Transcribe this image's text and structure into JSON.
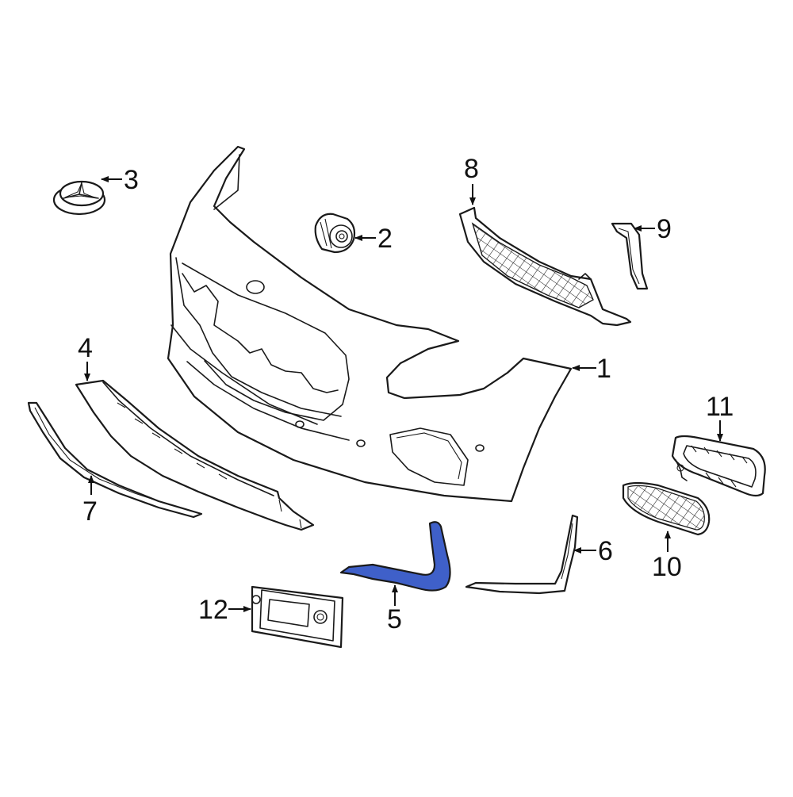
{
  "diagram": {
    "highlight_color": "#3f60c9",
    "line_color": "#1a1a1a",
    "callouts": [
      {
        "id": "c1",
        "label": "1"
      },
      {
        "id": "c2",
        "label": "2"
      },
      {
        "id": "c3",
        "label": "3"
      },
      {
        "id": "c4",
        "label": "4"
      },
      {
        "id": "c5",
        "label": "5"
      },
      {
        "id": "c6",
        "label": "6"
      },
      {
        "id": "c7",
        "label": "7"
      },
      {
        "id": "c8",
        "label": "8"
      },
      {
        "id": "c9",
        "label": "9"
      },
      {
        "id": "c10",
        "label": "10"
      },
      {
        "id": "c11",
        "label": "11"
      },
      {
        "id": "c12",
        "label": "12"
      }
    ],
    "highlighted_part": "5"
  }
}
